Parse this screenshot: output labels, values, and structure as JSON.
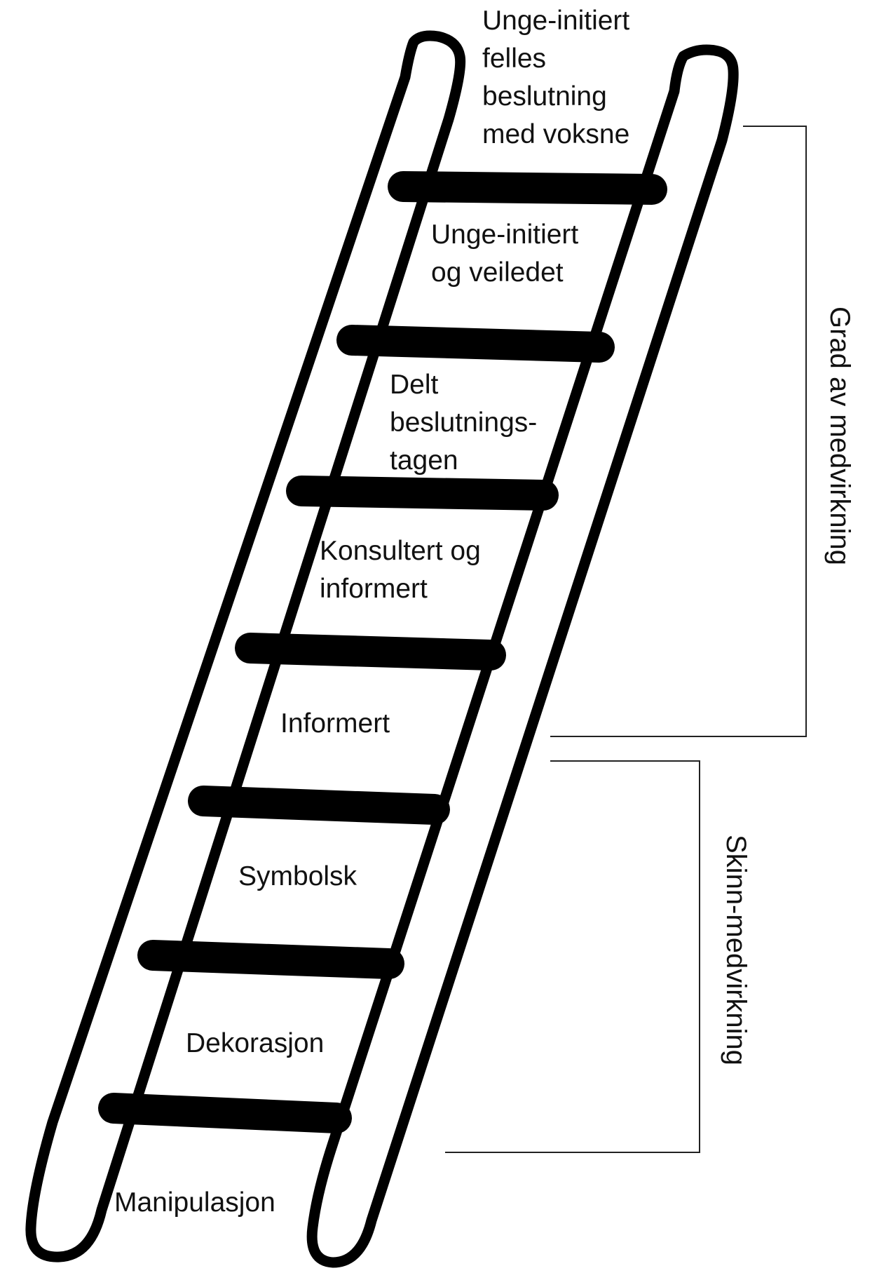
{
  "rungs": [
    {
      "label": [
        "Unge-initiert",
        "felles",
        "beslutning",
        "med voksne"
      ]
    },
    {
      "label": [
        "Unge-initiert",
        "og veiledet"
      ]
    },
    {
      "label": [
        "Delt",
        "beslutnings-",
        "tagen"
      ]
    },
    {
      "label": [
        "Konsultert og",
        "informert"
      ]
    },
    {
      "label": [
        "Informert"
      ]
    },
    {
      "label": [
        "Symbolsk"
      ]
    },
    {
      "label": [
        "Dekorasjon"
      ]
    },
    {
      "label": [
        "Manipulasjon"
      ]
    }
  ],
  "brackets": {
    "upper": "Grad av medvirkning",
    "lower": "Skinn-medvirkning"
  }
}
